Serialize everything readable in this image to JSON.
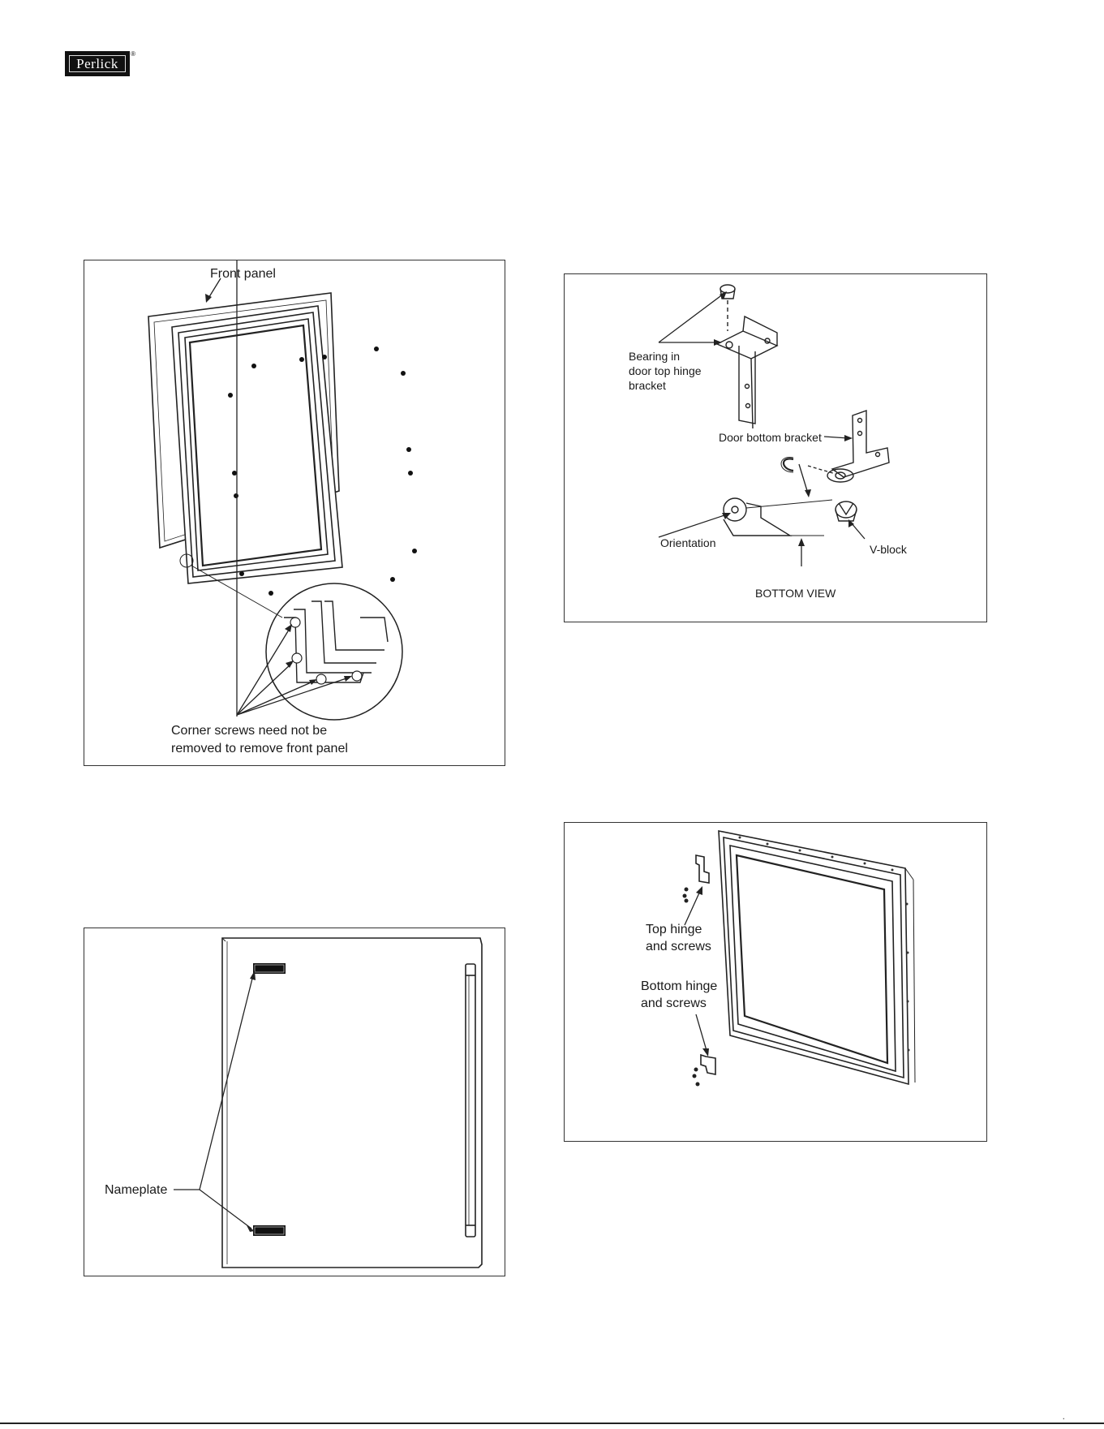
{
  "brand": {
    "logo_text": "Perlick",
    "logo_mark": "®"
  },
  "figures": {
    "front_panel": {
      "label_front_panel": "Front panel",
      "label_corner_line1": "Corner screws need not be",
      "label_corner_line2": "removed to remove front panel"
    },
    "hinge_bracket": {
      "label_bearing_line1": "Bearing in",
      "label_bearing_line2": "door top hinge",
      "label_bearing_line3": "bracket",
      "label_door_bottom_bracket": "Door bottom bracket",
      "label_orientation": "Orientation",
      "label_vblock": "V-block",
      "label_bottom_view": "BOTTOM VIEW"
    },
    "nameplate": {
      "label_nameplate": "Nameplate"
    },
    "hinge_screws": {
      "label_top_line1": "Top hinge",
      "label_top_line2": "and screws",
      "label_bottom_line1": "Bottom hinge",
      "label_bottom_line2": "and screws"
    }
  },
  "footer": {
    "tick": "."
  }
}
